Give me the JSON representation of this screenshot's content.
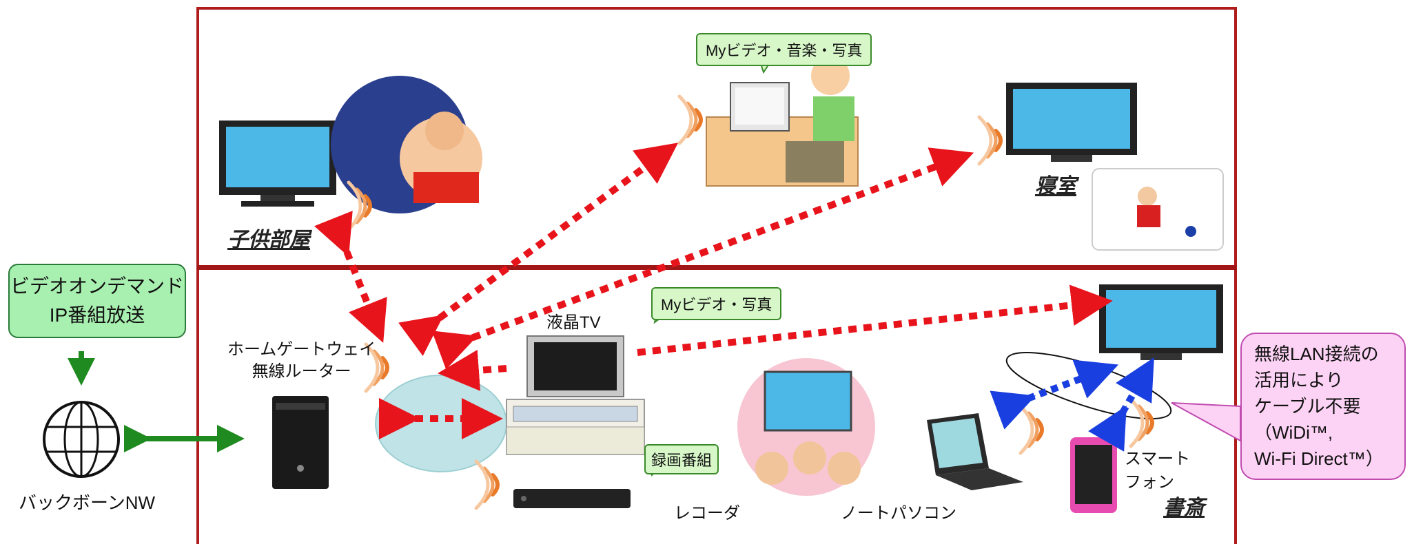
{
  "vod_box": {
    "line1": "ビデオオンデマンド",
    "line2": "IP番組放送"
  },
  "backbone_label": "バックボーンNW",
  "gateway_label": {
    "line1": "ホームゲートウェイ",
    "line2": "無線ルーター"
  },
  "tv_label": "液晶TV",
  "recorder_label": "レコーダ",
  "laptop_label": "ノートパソコン",
  "smartphone_label": {
    "line1": "スマート",
    "line2": "フォン"
  },
  "rooms": {
    "kids": "子供部屋",
    "bedroom": "寝室",
    "study": "書斎"
  },
  "bubbles": {
    "pc_content": "Myビデオ・音楽・写真",
    "lower_content": "Myビデオ・写真",
    "recorded": "録画番組"
  },
  "callout": {
    "line1": "無線LAN接続の",
    "line2": "活用により",
    "line3": "ケーブル不要",
    "line4": "（WiDi™,",
    "line5": "Wi-Fi Direct™）"
  },
  "colors": {
    "frame": "#b01b1b",
    "red_arrow": "#e8141c",
    "blue_arrow": "#1a3fe0",
    "green_arrow": "#1f8a1f"
  }
}
